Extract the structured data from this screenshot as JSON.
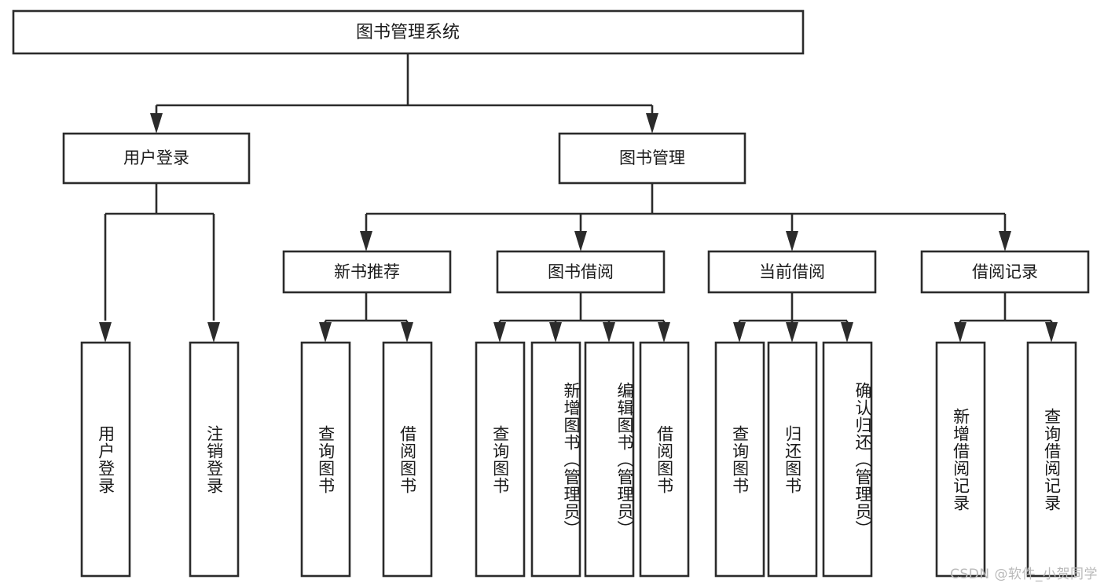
{
  "diagram": {
    "type": "tree",
    "title": "图书管理系统",
    "root": {
      "label": "图书管理系统"
    },
    "level1": [
      {
        "label": "用户登录"
      },
      {
        "label": "图书管理"
      }
    ],
    "level2": [
      {
        "label": "新书推荐"
      },
      {
        "label": "图书借阅"
      },
      {
        "label": "当前借阅"
      },
      {
        "label": "借阅记录"
      }
    ],
    "leaves": {
      "user_login": [
        {
          "label": "用户登录"
        },
        {
          "label": "注销登录"
        }
      ],
      "new_book_recommend": [
        {
          "label": "查询图书"
        },
        {
          "label": "借阅图书"
        }
      ],
      "book_borrow": [
        {
          "label": "查询图书"
        },
        {
          "label": "新增图书（管理员）"
        },
        {
          "label": "编辑图书（管理员）"
        },
        {
          "label": "借阅图书"
        }
      ],
      "current_borrow": [
        {
          "label": "查询图书"
        },
        {
          "label": "归还图书"
        },
        {
          "label": "确认归还（管理员）"
        }
      ],
      "borrow_record": [
        {
          "label": "新增借阅记录"
        },
        {
          "label": "查询借阅记录"
        }
      ]
    }
  },
  "colors": {
    "stroke": "#2b2b2b",
    "fill": "#ffffff",
    "text": "#1a1a1a",
    "watermark": "#b9b9b9"
  },
  "watermark": {
    "text": "CSDN @软件_小贺同学"
  }
}
